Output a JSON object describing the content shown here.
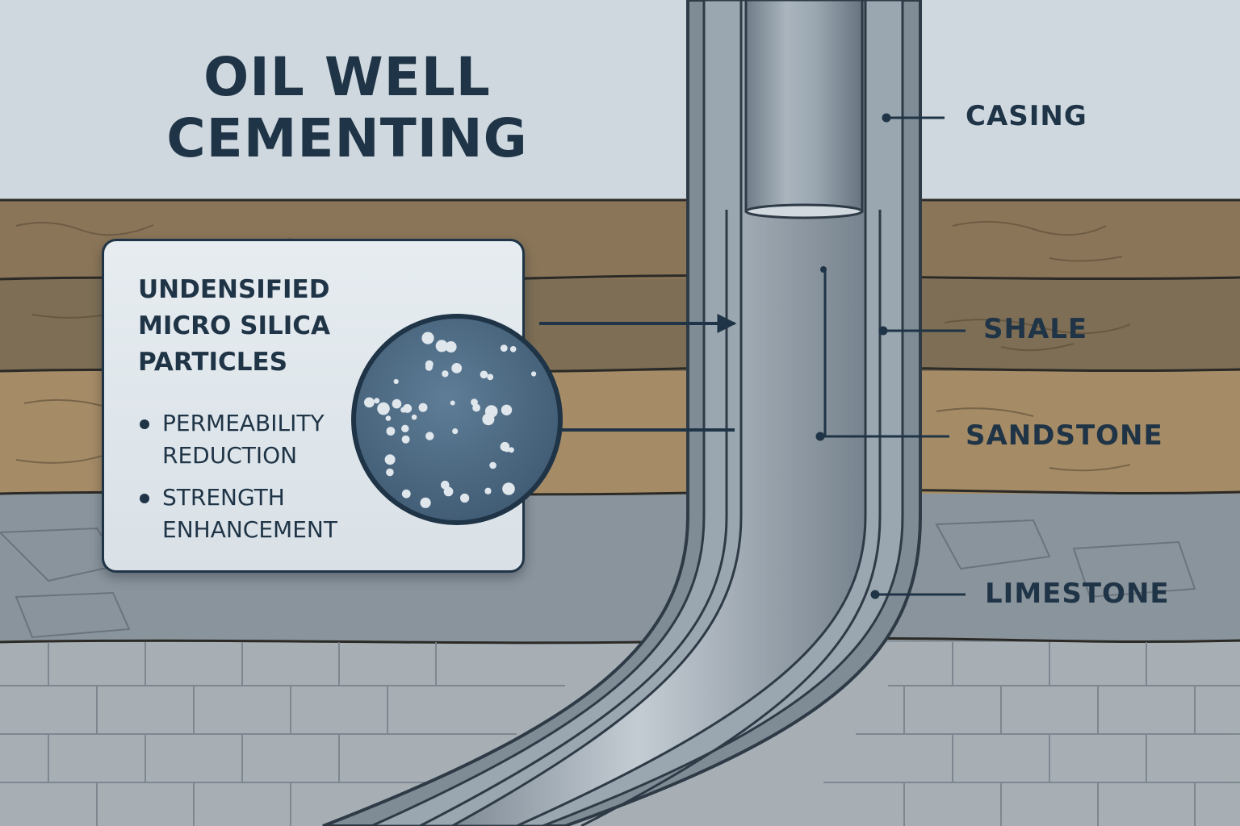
{
  "title": {
    "line1": "OIL WELL",
    "line2": "CEMENTING"
  },
  "info_box": {
    "heading": [
      "UNDENSIFIED",
      "MICRO SILICA",
      "PARTICLES"
    ],
    "bullets": [
      {
        "lines": [
          "PERMEABILITY",
          "REDUCTION"
        ]
      },
      {
        "lines": [
          "STRENGTH",
          "ENHANCEMENT"
        ]
      }
    ]
  },
  "labels": {
    "casing": "CASING",
    "shale": "SHALE",
    "sandstone": "SANDSTONE",
    "limestone": "LIMESTONE"
  },
  "colors": {
    "sky": "#cfd8df",
    "ink": "#1f3446",
    "soil_top": "#8a7558",
    "shale": "#7d6e55",
    "sandstone": "#a58b66",
    "limestone_upper": "#8a949c",
    "limestone_lower": "#a7afb5",
    "pipe": "#8e9aa4",
    "particle_disc": "#4d6a84"
  }
}
